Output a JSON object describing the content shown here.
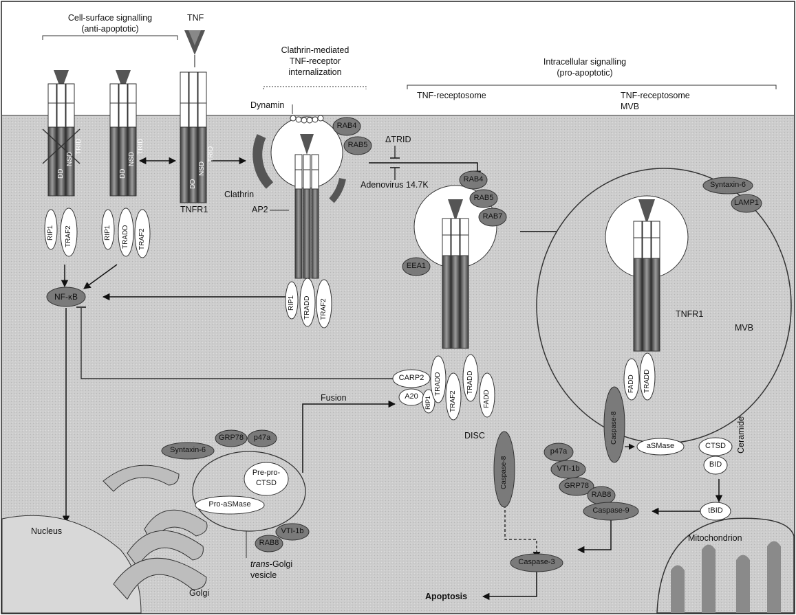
{
  "labels": {
    "cell_surface_title": "Cell-surface signalling",
    "cell_surface_sub": "(anti-apoptotic)",
    "tnf": "TNF",
    "clathrin_title1": "Clathrin-mediated",
    "clathrin_title2": "TNF-receptor",
    "clathrin_title3": "internalization",
    "intracellular_title": "Intracellular signalling",
    "intracellular_sub": "(pro-apoptotic)",
    "receptosome": "TNF-receptosome",
    "receptosome_mvb1": "TNF-receptosome",
    "receptosome_mvb2": "MVB",
    "dynamin": "Dynamin",
    "clathrin": "Clathrin",
    "ap2": "AP2",
    "tnfr1_left": "TNFR1",
    "tnfr1_mvb": "TNFR1",
    "mvb": "MVB",
    "delta_trid": "ΔTRID",
    "adenovirus": "Adenovirus 14.7K",
    "nfkb": "NF-κB",
    "fusion": "Fusion",
    "disc": "DISC",
    "nucleus": "Nucleus",
    "golgi": "Golgi",
    "trans_golgi_italic": "trans",
    "trans_golgi_rest": "-Golgi",
    "vesicle": "vesicle",
    "apoptosis": "Apoptosis",
    "ceramide": "Ceramide",
    "mitochondrion": "Mitochondrion",
    "domain_trid": "TRID",
    "domain_nsd": "NSD",
    "domain_dd": "DD"
  },
  "proteins": {
    "rip1": "RIP1",
    "traf2": "TRAF2",
    "tradd": "TRADD",
    "fadd": "FADD",
    "rab4": "RAB4",
    "rab5": "RAB5",
    "rab7": "RAB7",
    "eea1": "EEA1",
    "syntaxin6": "Syntaxin-6",
    "lamp1": "LAMP1",
    "carp2": "CARP2",
    "a20": "A20",
    "caspase8": "Caspase-8",
    "grp78": "GRP78",
    "p47a": "p47a",
    "vti1b": "VTI-1b",
    "rab8": "RAB8",
    "pre_pro_ctsd_1": "Pre-pro-",
    "pre_pro_ctsd_2": "CTSD",
    "pro_asmase": "Pro-aSMase",
    "asmase": "aSMase",
    "ctsd": "CTSD",
    "bid": "BID",
    "tbid": "tBID",
    "caspase9": "Caspase-9",
    "caspase3": "Caspase-3"
  },
  "colors": {
    "cytoplasm": "#c9c9c9",
    "dark_protein": "#7a7a7a",
    "light_protein": "#ffffff",
    "receptor_dark": "#5a5a5a",
    "receptor_mid": "#9a9a9a"
  }
}
